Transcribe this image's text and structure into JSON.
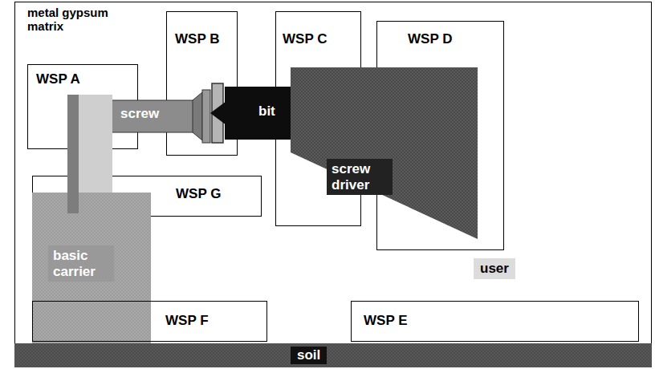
{
  "diagram": {
    "nodes": [
      {
        "text": [
          "metal gypsum matrix"
        ]
      },
      {
        "text": [
          "WSP A"
        ],
        "in": 0
      },
      {
        "text": [
          "WSP B"
        ],
        "in": 0
      },
      {
        "text": [
          "WSP C"
        ],
        "in": 0
      },
      {
        "text": [
          "WSP D"
        ],
        "in": 0
      },
      {
        "text": [
          "screw"
        ],
        "in": 0
      },
      {
        "text": [
          "bit"
        ],
        "in": 0
      },
      {
        "text": [
          "WSP G"
        ],
        "in": 0
      },
      {
        "text": [
          "screw driver"
        ],
        "in": 0
      },
      {
        "text": [
          "user"
        ],
        "in": 0
      },
      {
        "text": [
          "basic carrier"
        ],
        "in": 0
      },
      {
        "text": [
          "WSP F"
        ],
        "in": 0
      },
      {
        "text": [
          "WSP E"
        ],
        "in": 0
      },
      {
        "text": [
          "soil"
        ],
        "in": 0
      }
    ]
  }
}
